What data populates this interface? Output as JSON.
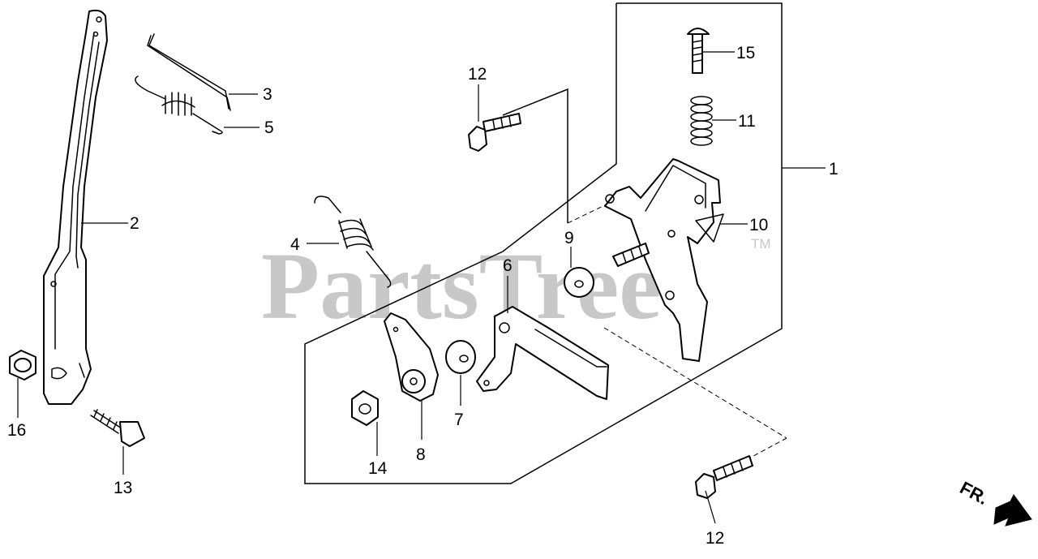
{
  "diagram": {
    "watermark": "PartsTree",
    "trademark": "TM",
    "direction_label": "FR.",
    "labels": {
      "p1": "1",
      "p2": "2",
      "p3": "3",
      "p4": "4",
      "p5": "5",
      "p6": "6",
      "p7": "7",
      "p8": "8",
      "p9": "9",
      "p10": "10",
      "p11": "11",
      "p12_top": "12",
      "p12_bottom": "12",
      "p13": "13",
      "p14": "14",
      "p15": "15",
      "p16": "16"
    }
  }
}
